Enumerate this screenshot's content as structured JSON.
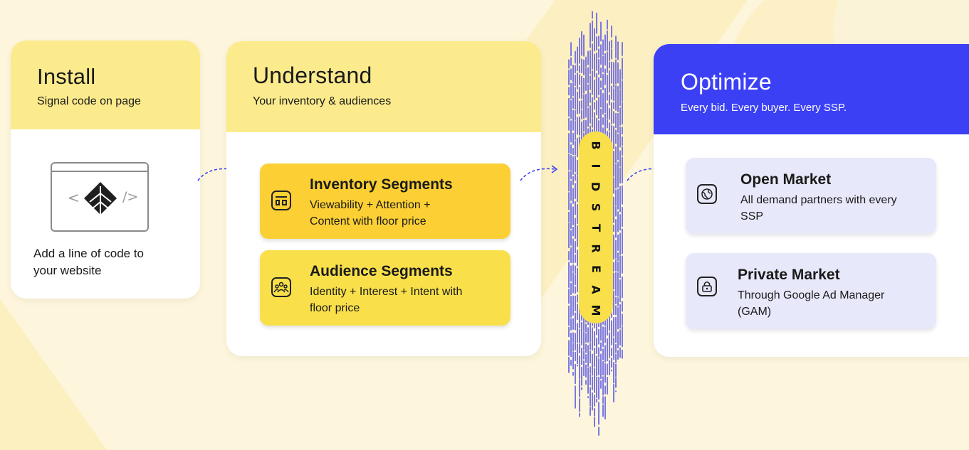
{
  "install": {
    "title": "Install",
    "subtitle": "Signal code on page",
    "code_left": "<",
    "code_right": "/>",
    "desc": "Add a line of code to your website"
  },
  "understand": {
    "title": "Understand",
    "subtitle": "Your inventory & audiences",
    "segments": [
      {
        "title": "Inventory Segments",
        "desc": "Viewability + Attention + Content with floor price"
      },
      {
        "title": "Audience Segments",
        "desc": "Identity + Interest + Intent with floor price"
      }
    ]
  },
  "bidstream": {
    "letters": [
      "B",
      "I",
      "D",
      "S",
      "T",
      "R",
      "E",
      "A",
      "M"
    ]
  },
  "optimize": {
    "title": "Optimize",
    "subtitle": "Every bid. Every buyer. Every SSP.",
    "markets": [
      {
        "title": "Open Market",
        "desc": "All demand partners with every SSP"
      },
      {
        "title": "Private Market",
        "desc": "Through Google Ad Manager (GAM)"
      }
    ]
  },
  "colors": {
    "background": "#fdf6dc",
    "yellow_header": "#fbeb8c",
    "inventory_segment": "#fcd034",
    "audience_segment": "#f9e04a",
    "optimize_header": "#3b40f5",
    "market_card": "#e8e8fb",
    "bidstream_lines": "#7b78e0",
    "arrow": "#3b40f5"
  }
}
